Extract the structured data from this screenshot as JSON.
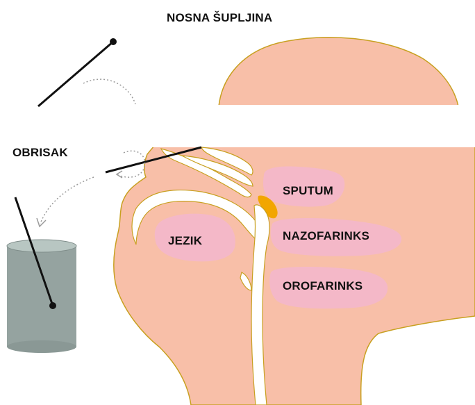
{
  "labels": {
    "nosna_supljina": "NOSNA ŠUPLJINA",
    "obrisak": "OBRISAK",
    "sputum": "SPUTUM",
    "nazofarinks": "NAZOFARINKS",
    "jezik": "JEZIK",
    "orofarinks": "OROFARINKS"
  },
  "colors": {
    "skin": "#f8bfa8",
    "skin_outline": "#c8a020",
    "highlight": "#f4b8c8",
    "sputum": "#f2a600",
    "container": "#95a3a0",
    "swab": "#111111"
  }
}
